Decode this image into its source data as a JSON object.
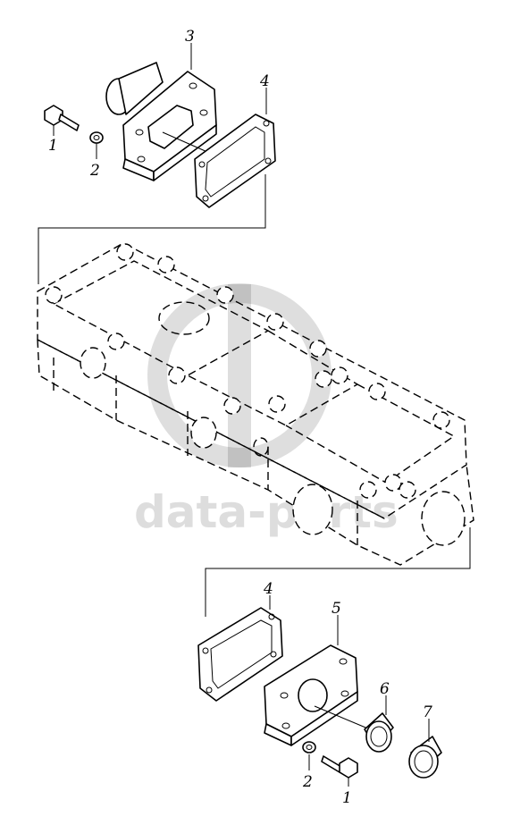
{
  "diagram": {
    "callouts": [
      {
        "id": "c3-top",
        "text": "3"
      },
      {
        "id": "c4-top",
        "text": "4"
      },
      {
        "id": "c1-top",
        "text": "1"
      },
      {
        "id": "c2-top",
        "text": "2"
      },
      {
        "id": "c4-bottom",
        "text": "4"
      },
      {
        "id": "c5-bottom",
        "text": "5"
      },
      {
        "id": "c6-bottom",
        "text": "6"
      },
      {
        "id": "c7-bottom",
        "text": "7"
      },
      {
        "id": "c2-bottom",
        "text": "2"
      },
      {
        "id": "c1-bottom",
        "text": "1"
      }
    ],
    "watermark": {
      "text": "data-parts"
    }
  }
}
